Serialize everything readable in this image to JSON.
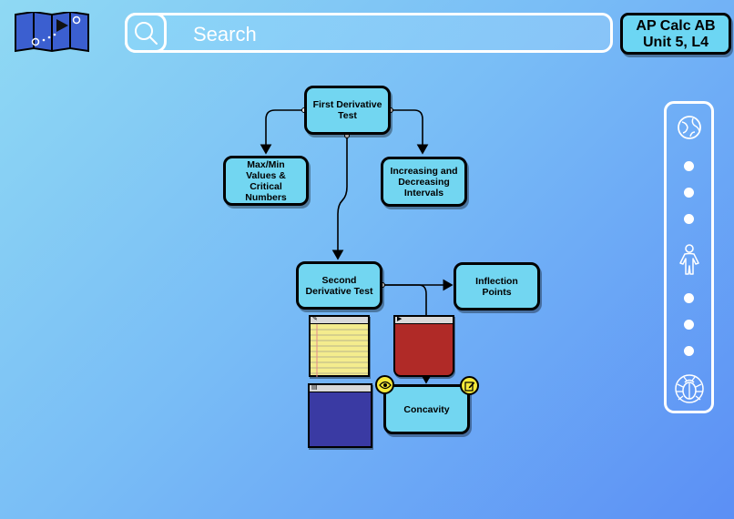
{
  "search": {
    "placeholder": "Search"
  },
  "course": {
    "line1": "AP Calc AB",
    "line2": "Unit 5, L4"
  },
  "nodes": {
    "first_derivative_test": "First Derivative Test",
    "max_min_values": "Max/Min Values & Critical Numbers",
    "increasing_decreasing": "Increasing and Decreasing Intervals",
    "second_derivative_test": "Second Derivative Test",
    "inflection_points": "Inflection Points",
    "concavity": "Concavity"
  },
  "rail": {
    "icons": [
      "globe-icon",
      "person-icon",
      "bug-icon"
    ],
    "dots_per_group": 3
  },
  "colors": {
    "node_fill": "#72d6f1",
    "note_yellow": "#f4ec8d",
    "note_red": "#b02a27",
    "note_blue": "#3a3aa3",
    "badge_yellow": "#f5e93a"
  }
}
